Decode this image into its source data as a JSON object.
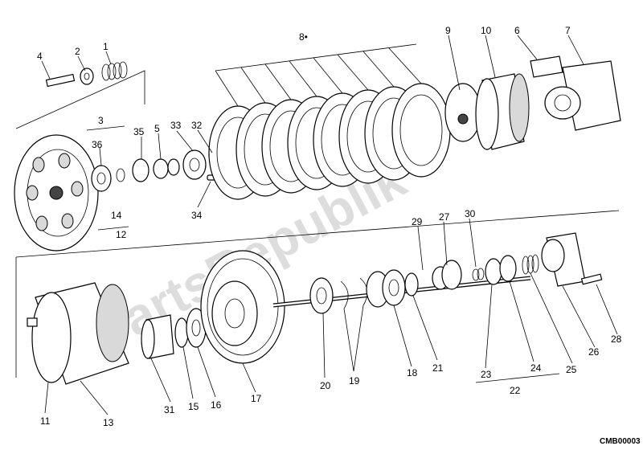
{
  "diagram": {
    "labels": [
      "1",
      "2",
      "3",
      "4",
      "5",
      "6",
      "7",
      "8•",
      "9",
      "10",
      "11",
      "12",
      "13",
      "14",
      "15",
      "16",
      "17",
      "18",
      "19",
      "20",
      "21",
      "22",
      "23",
      "24",
      "25",
      "26",
      "27",
      "28",
      "29",
      "30",
      "31",
      "32",
      "33",
      "34",
      "35",
      "36"
    ],
    "figure_code": "CMB00003",
    "watermark": "PartsRepublik"
  }
}
